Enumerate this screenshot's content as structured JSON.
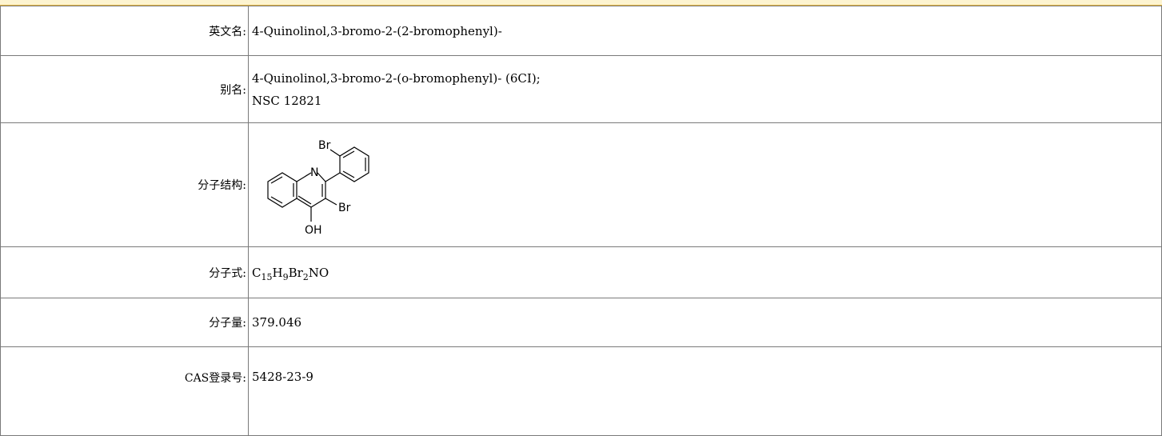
{
  "rows": {
    "english_name": {
      "label": "英文名:",
      "value": "4-Quinolinol,3-bromo-2-(2-bromophenyl)-"
    },
    "aliases": {
      "label": "别名:",
      "values": [
        "4-Quinolinol,3-bromo-2-(o-bromophenyl)- (6CI);",
        "NSC 12821"
      ]
    },
    "structure": {
      "label": "分子结构:",
      "atom_labels": {
        "br_top": "Br",
        "n": "N",
        "br_right": "Br",
        "oh": "OH"
      }
    },
    "formula": {
      "label": "分子式:",
      "parts": [
        "C",
        "15",
        "H",
        "9",
        "Br",
        "2",
        "NO"
      ]
    },
    "molecular_weight": {
      "label": "分子量:",
      "value": "379.046"
    },
    "cas": {
      "label": "CAS登录号:",
      "value": "5428-23-9"
    }
  },
  "colors": {
    "header_band": "#fdf4d0",
    "header_border": "#e2b23a",
    "grid": "#7a7a7a"
  }
}
